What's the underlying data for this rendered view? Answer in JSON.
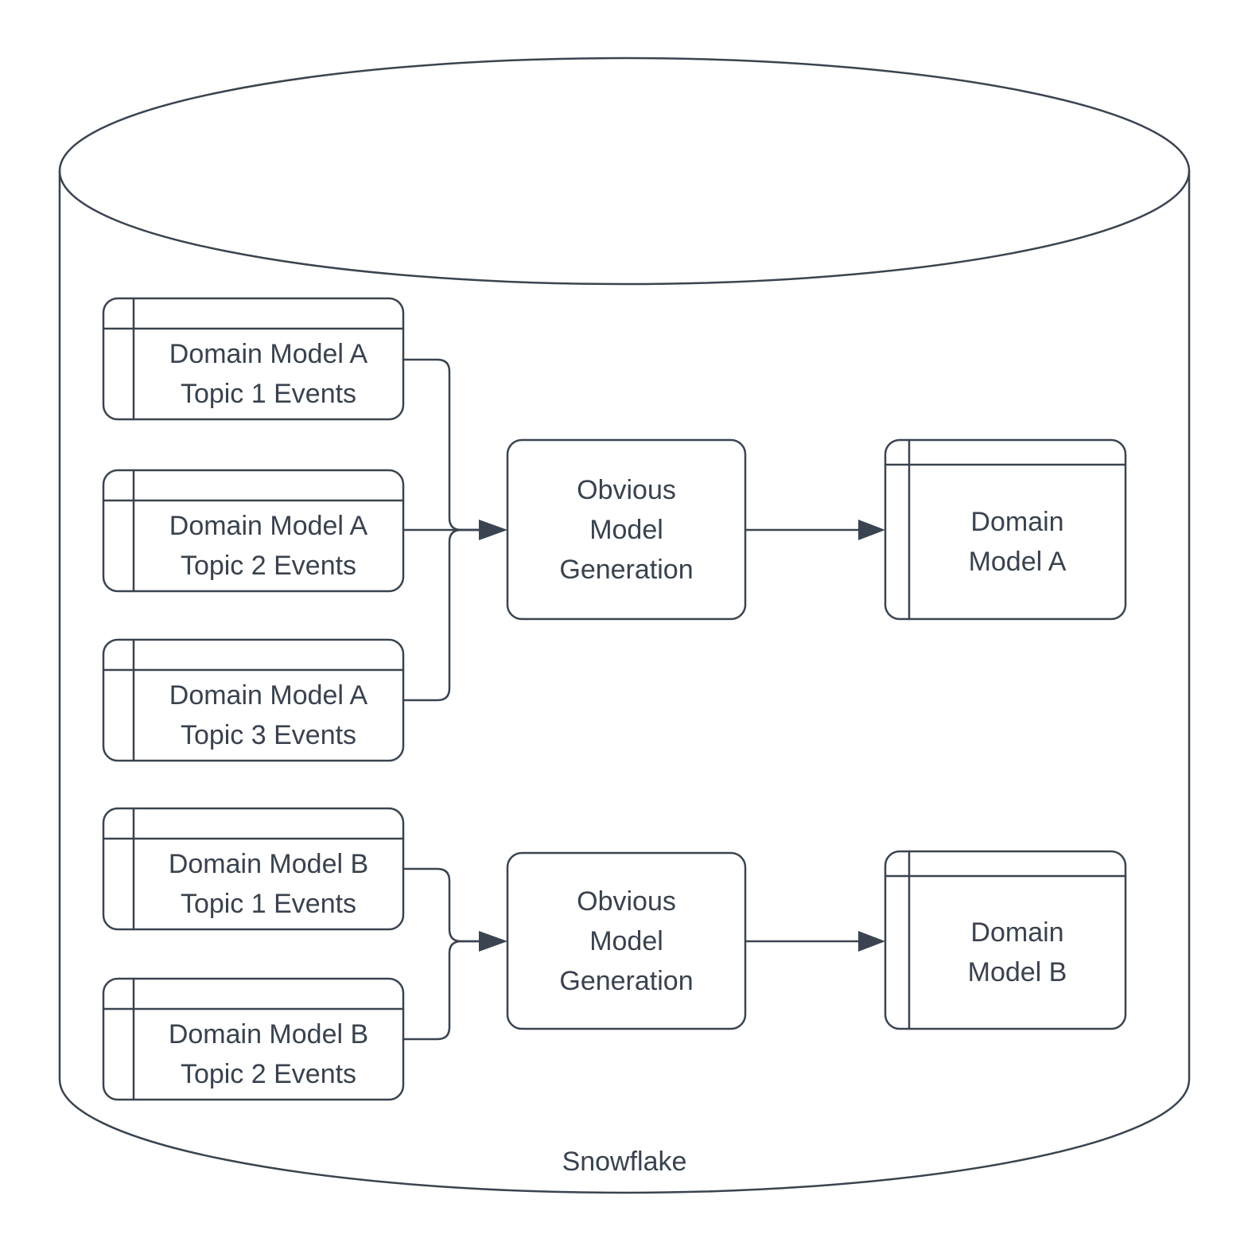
{
  "diagram": {
    "container": {
      "label": "Snowflake"
    },
    "group_a": {
      "sources": [
        {
          "line1": "Domain Model A",
          "line2": "Topic 1 Events"
        },
        {
          "line1": "Domain Model A",
          "line2": "Topic 2 Events"
        },
        {
          "line1": "Domain Model A",
          "line2": "Topic 3 Events"
        }
      ],
      "process": {
        "line1": "Obvious",
        "line2": "Model",
        "line3": "Generation"
      },
      "output": {
        "line1": "Domain",
        "line2": "Model A"
      }
    },
    "group_b": {
      "sources": [
        {
          "line1": "Domain Model B",
          "line2": "Topic 1 Events"
        },
        {
          "line1": "Domain Model B",
          "line2": "Topic 2 Events"
        }
      ],
      "process": {
        "line1": "Obvious",
        "line2": "Model",
        "line3": "Generation"
      },
      "output": {
        "line1": "Domain",
        "line2": "Model B"
      }
    },
    "colors": {
      "stroke": "#3a4450",
      "text": "#39424e",
      "background": "#ffffff"
    }
  }
}
